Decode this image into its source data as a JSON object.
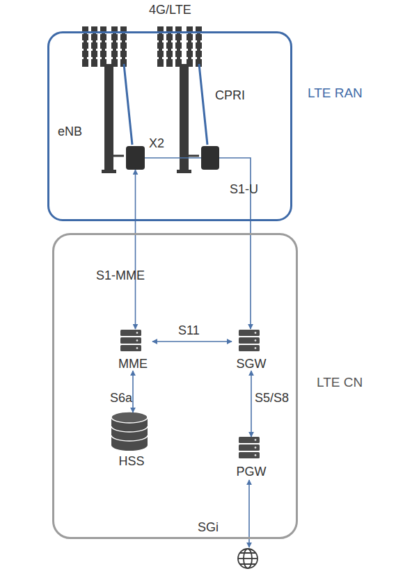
{
  "diagram": {
    "title": "4G/LTE",
    "nodes": [
      {
        "text": [
          "LTE RAN"
        ]
      },
      {
        "text": [
          "eNB"
        ],
        "in": 0
      },
      {
        "text": [
          "CPRI"
        ],
        "in": 0
      },
      {
        "text": [
          "LTE CN"
        ]
      },
      {
        "text": [
          "MME"
        ],
        "in": 3
      },
      {
        "text": [
          "SGW"
        ],
        "in": 3
      },
      {
        "text": [
          "HSS"
        ],
        "in": 3
      },
      {
        "text": [
          "PGW"
        ],
        "in": 3
      }
    ],
    "edges": [
      {
        "from": 1,
        "to": 2,
        "label": "X2",
        "arrow": "none"
      },
      {
        "from": 1,
        "to": 4,
        "label": "S1-MME",
        "arrow": "both"
      },
      {
        "from": 2,
        "to": 5,
        "label": "S1-U",
        "arrow": "to"
      },
      {
        "from": 4,
        "to": 5,
        "label": "S11",
        "arrow": "both"
      },
      {
        "from": 4,
        "to": 6,
        "label": "S6a",
        "arrow": "both"
      },
      {
        "from": 5,
        "to": 7,
        "label": "S5/S8",
        "arrow": "both"
      }
    ],
    "labels": [
      "SGi"
    ]
  }
}
